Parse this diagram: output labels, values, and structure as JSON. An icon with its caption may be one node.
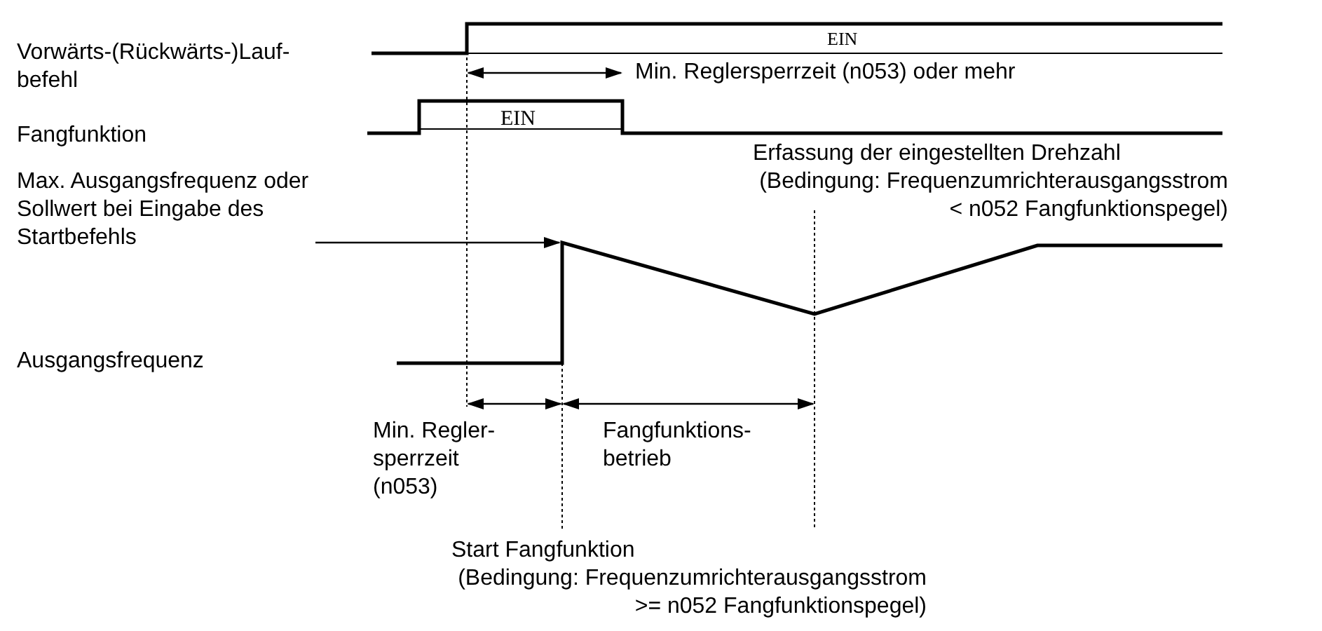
{
  "diagram": {
    "nodes": [
      {
        "text": [
          "Max. Ausgangsfrequenz oder Sollwert bei Eingabe des Startbefehls"
        ]
      },
      {
        "text": [],
        "shape": "line"
      }
    ],
    "edges": [
      {
        "from": 0,
        "to": 1,
        "arrow": "to"
      }
    ],
    "labels": [
      "Vorwärts-(Rückwärts-)Lauf- befehl",
      "EIN",
      "Min. Reglersperrzeit (n053) oder mehr",
      "Fangfunktion",
      "EIN",
      "Erfassung der eingestellten Drehzahl",
      "(Bedingung: Frequenzumrichterausgangsstrom < n052 Fangfunktionspegel)",
      "Ausgangsfrequenz",
      "Min. Regler- sperrzeit (n053)",
      "Fangfunktions- betrieb",
      "Start Fangfunktion",
      "(Bedingung: Frequenzumrichterausgangsstrom >= n052 Fangfunktionspegel)"
    ]
  }
}
